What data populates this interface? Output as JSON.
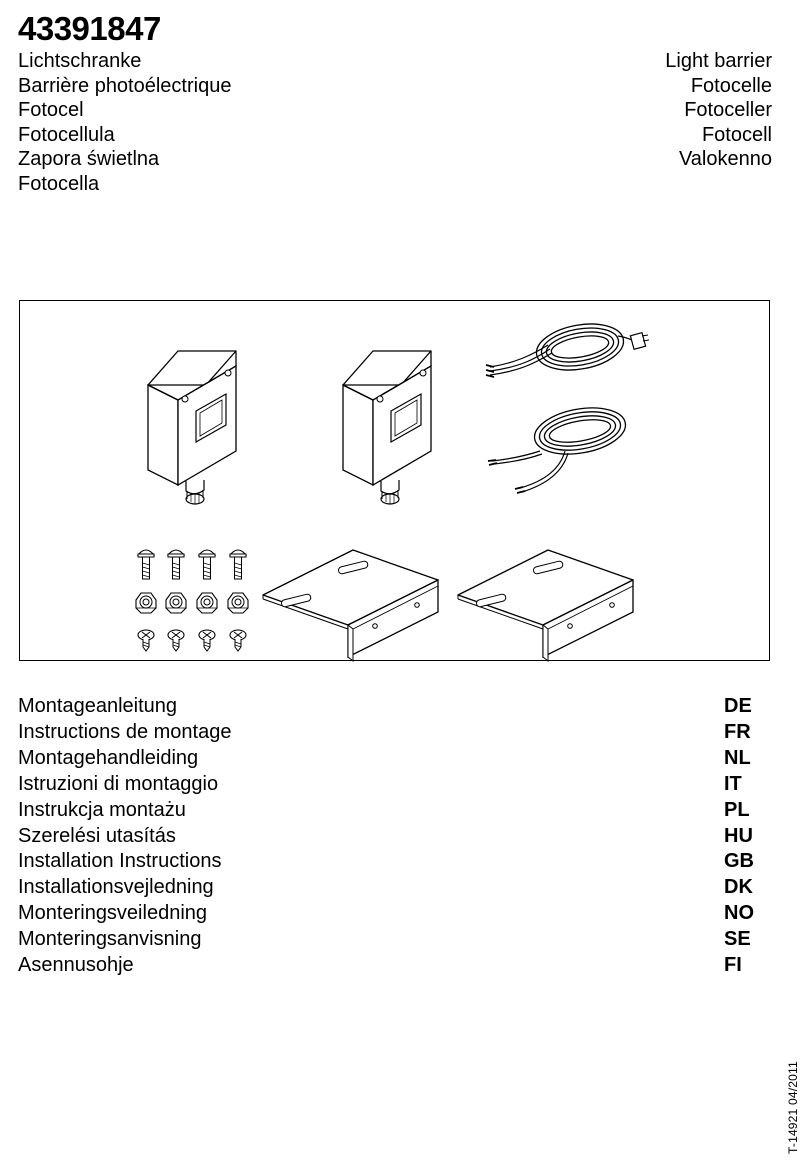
{
  "article_number": "43391847",
  "product_names_left": [
    "Lichtschranke",
    "Barrière photoélectrique",
    "Fotocel",
    "Fotocellula",
    "Zapora świetlna",
    "Fotocella"
  ],
  "product_names_right": [
    "Light barrier",
    "Fotocelle",
    "Fotoceller",
    "Fotocell",
    "Valokenno"
  ],
  "manuals": [
    {
      "title": "Montageanleitung",
      "code": "DE"
    },
    {
      "title": "Instructions de montage",
      "code": "FR"
    },
    {
      "title": "Montagehandleiding",
      "code": "NL"
    },
    {
      "title": "Istruzioni di montaggio",
      "code": "IT"
    },
    {
      "title": "Instrukcja montażu",
      "code": "PL"
    },
    {
      "title": "Szerelési utasítás",
      "code": "HU"
    },
    {
      "title": "Installation Instructions",
      "code": "GB"
    },
    {
      "title": "Installationsvejledning",
      "code": "DK"
    },
    {
      "title": "Monteringsveiledning",
      "code": "NO"
    },
    {
      "title": "Monteringsanvisning",
      "code": "SE"
    },
    {
      "title": "Asennusohje",
      "code": "FI"
    }
  ],
  "document_code": "T-14921  04/2011",
  "figure_parts": {
    "photocell_units": 2,
    "cables": 2,
    "mounting_brackets": 2,
    "bolts": 4,
    "nuts": 4,
    "screws": 4
  }
}
